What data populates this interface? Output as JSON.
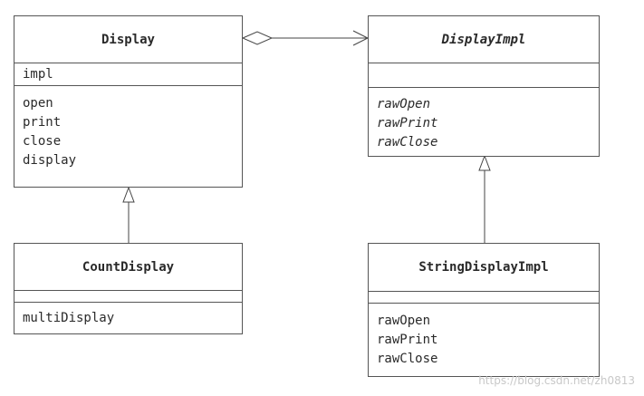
{
  "classes": {
    "display": {
      "name": "Display",
      "fields": [
        "impl"
      ],
      "methods": [
        "open",
        "print",
        "close",
        "display"
      ]
    },
    "display_impl": {
      "name": "DisplayImpl",
      "fields": [],
      "methods": [
        "rawOpen",
        "rawPrint",
        "rawClose"
      ]
    },
    "count_display": {
      "name": "CountDisplay",
      "fields": [],
      "methods": [
        "multiDisplay"
      ]
    },
    "string_display_impl": {
      "name": "StringDisplayImpl",
      "fields": [],
      "methods": [
        "rawOpen",
        "rawPrint",
        "rawClose"
      ]
    }
  },
  "watermark": "https://blog.csdn.net/zh0813"
}
